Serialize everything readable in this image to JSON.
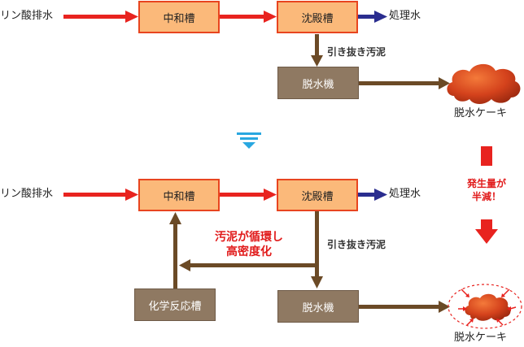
{
  "top": {
    "input_label": "リン酸排水",
    "neutralization_tank": "中和槽",
    "settling_tank": "沈殿槽",
    "output_label": "処理水",
    "sludge_withdraw_label": "引き抜き汚泥",
    "dehydrator": "脱水機",
    "cake_label": "脱水ケーキ"
  },
  "bottom": {
    "input_label": "リン酸排水",
    "neutralization_tank": "中和槽",
    "settling_tank": "沈殿槽",
    "output_label": "処理水",
    "circulation_line1": "汚泥が循環し",
    "circulation_line2": "高密度化",
    "sludge_withdraw_label": "引き抜き汚泥",
    "chemical_tank": "化学反応槽",
    "dehydrator": "脱水機",
    "cake_label": "脱水ケーキ"
  },
  "side_note": {
    "line1": "発生量が",
    "line2": "半減！"
  },
  "colors": {
    "red_arrow": "#e8231f",
    "blue_arrow": "#2a2d8f",
    "brown_arrow": "#6b4a26",
    "orange_box": "#fbb97a",
    "brown_box": "#8f7962",
    "cake": "#d4421c",
    "divider": "#29a7e0"
  }
}
